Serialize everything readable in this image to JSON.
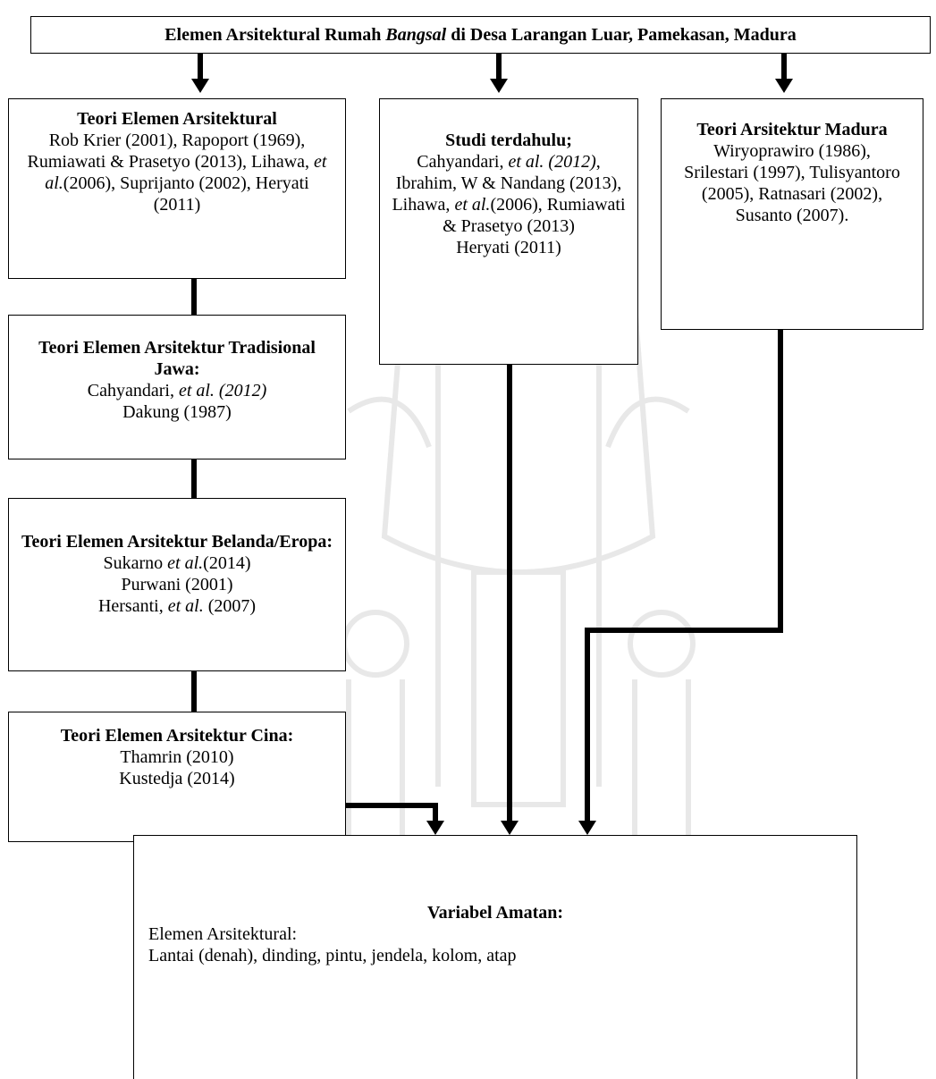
{
  "title_box": {
    "p1": "Elemen Arsitektural Rumah ",
    "p2": "Bangsal",
    "p3": " di Desa Larangan Luar, Pamekasan, Madura"
  },
  "box_elemen": {
    "title": "Teori Elemen Arsitektural",
    "a": "Rob Krier (2001), Rapoport (1969), Rumiawati & Prasetyo (2013), Lihawa, ",
    "b": "et al.",
    "c": "(2006), Suprijanto (2002), Heryati (2011)"
  },
  "box_jawa": {
    "title": "Teori Elemen Arsitektur Tradisional Jawa:",
    "a": "Cahyandari, ",
    "b": "et al. (2012)",
    "c": "Dakung (1987)"
  },
  "box_belanda": {
    "title": "Teori Elemen Arsitektur Belanda/Eropa:",
    "a": "Sukarno ",
    "b": "et al.",
    "c": "(2014)",
    "d": "Purwani (2001)",
    "e": "Hersanti, ",
    "f": "et al.",
    "g": " (2007)"
  },
  "box_cina": {
    "title": "Teori Elemen Arsitektur Cina:",
    "a": "Thamrin (2010)",
    "b": "Kustedja (2014)"
  },
  "box_studi": {
    "title": "Studi terdahulu;",
    "a": "Cahyandari, ",
    "b": "et al. (2012)",
    "c": ", Ibrahim, W & Nandang (2013), Lihawa, ",
    "d": "et al.",
    "e": "(2006), Rumiawati & Prasetyo (2013)",
    "f": "Heryati (2011)"
  },
  "box_madura": {
    "title": "Teori Arsitektur Madura",
    "a": "Wiryoprawiro (1986), Srilestari (1997), Tulisyantoro (2005), Ratnasari (2002), Susanto (2007)."
  },
  "box_variabel": {
    "title": "Variabel Amatan:",
    "line1": "Elemen Arsitektural:",
    "line2": "Lantai (denah), dinding, pintu, jendela, kolom, atap"
  },
  "colors": {
    "line": "#000000",
    "box_border": "#000000",
    "watermark": "#e6e6e6"
  }
}
